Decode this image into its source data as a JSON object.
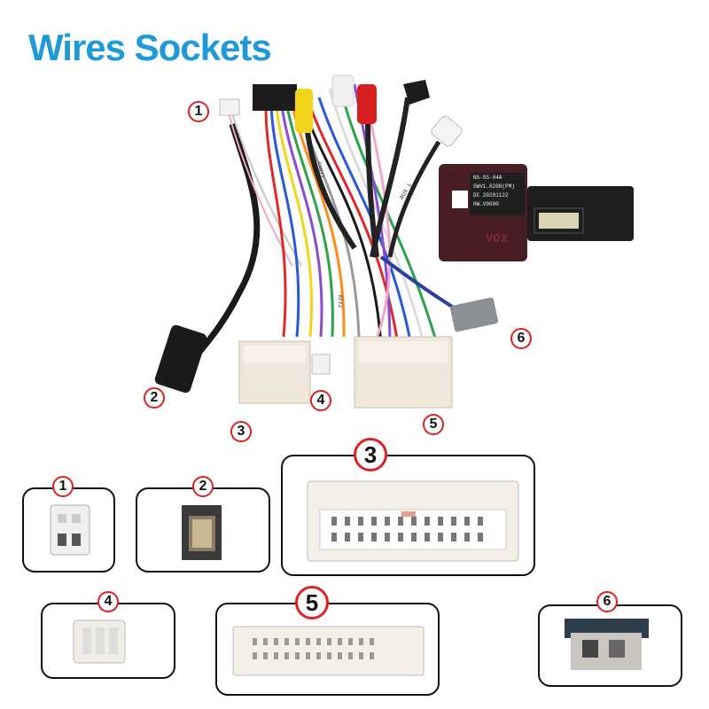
{
  "header": {
    "title": "Wires Sockets"
  },
  "callouts": {
    "c1": "1",
    "c2": "2",
    "c3": "3",
    "c4": "4",
    "c5": "5",
    "c6": "6"
  },
  "panels": {
    "p1": "1",
    "p2": "2",
    "p3": "3",
    "p4": "4",
    "p5": "5",
    "p6": "6"
  },
  "module": {
    "model": "NS-SS-04A",
    "line2": "SWV1.0208(PM)",
    "line3": "DC 20201122",
    "line4": "HW.V0090",
    "brand": "VOX"
  },
  "wire_tags": {
    "aux": "AUX L",
    "tag1": "CAN12",
    "tag2": "KEY2"
  },
  "colors": {
    "title": "#1e9ad6",
    "callout_ring": "#e02020"
  }
}
